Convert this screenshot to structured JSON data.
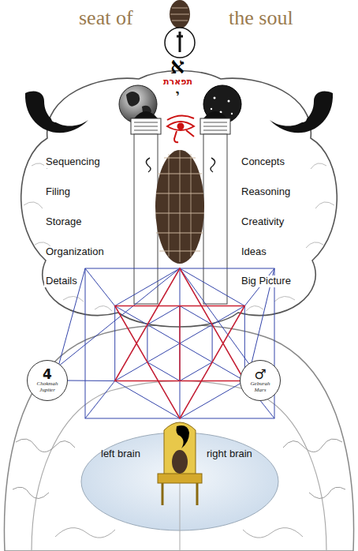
{
  "diagram": {
    "nodes": [
      {
        "text": [
          "4",
          "Chokmah Jupiter"
        ]
      },
      {
        "text": [
          "♂",
          "Geburah Mars"
        ]
      }
    ],
    "labels": [
      "seat of",
      "the soul",
      "א",
      "תפארת",
      "י",
      "Sequencing",
      "Filing",
      "Storage",
      "Organization",
      "Details",
      "Concepts",
      "Reasoning",
      "Creativity",
      "Ideas",
      "Big Picture",
      "left brain",
      "right brain"
    ]
  }
}
